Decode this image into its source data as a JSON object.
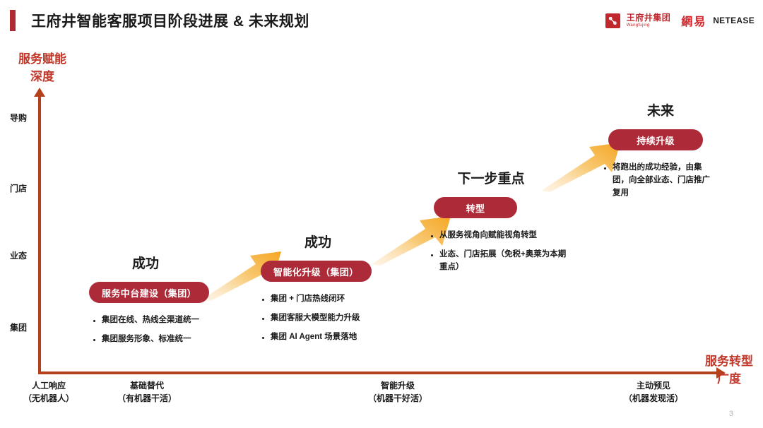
{
  "header": {
    "title": "王府井智能客服项目阶段进展 & 未来规划",
    "accent_color": "#b12a33",
    "logos": {
      "wangfujing_cn": "王府井集团",
      "wangfujing_en": "Wangfujing",
      "netease_cn": "網易",
      "netease_en": "NETEASE"
    }
  },
  "chart_data": {
    "type": "diagram",
    "title": "王府井智能客服项目阶段进展 & 未来规划",
    "ylabel": "服务赋能\n深度",
    "xlabel": "服务转型\n广度",
    "yticks": [
      "导购",
      "门店",
      "业态",
      "集团"
    ],
    "xticks": [
      {
        "line1": "人工响应",
        "line2": "（无机器人）"
      },
      {
        "line1": "基础替代",
        "line2": "（有机器干活）"
      },
      {
        "line1": "智能升级",
        "line2": "（机器干好活）"
      },
      {
        "line1": "主动预见",
        "line2": "（机器发现活）"
      }
    ],
    "axis_color": "#b5401c",
    "axis_title_color": "#c0392b",
    "pill_color": "#ad2a38",
    "arrow_color": "#f5a623",
    "stages": [
      {
        "heading": "成功",
        "pill": "服务中台建设（集团）",
        "bullets": [
          "集团在线、热线全渠道统一",
          "集团服务形象、标准统一"
        ]
      },
      {
        "heading": "成功",
        "pill": "智能化升级（集团）",
        "bullets": [
          "集团 + 门店热线闭环",
          "集团客服大模型能力升级",
          "集团 AI Agent 场景落地"
        ]
      },
      {
        "heading": "下一步重点",
        "pill": "转型",
        "bullets": [
          "从服务视角向赋能视角转型",
          "业态、门店拓展（免税+奥莱为本期重点）"
        ]
      },
      {
        "heading": "未来",
        "pill": "持续升级",
        "bullets": [
          "将跑出的成功经验，由集团，向全部业态、门店推广复用"
        ]
      }
    ]
  },
  "footer": {
    "page_number": "3"
  }
}
